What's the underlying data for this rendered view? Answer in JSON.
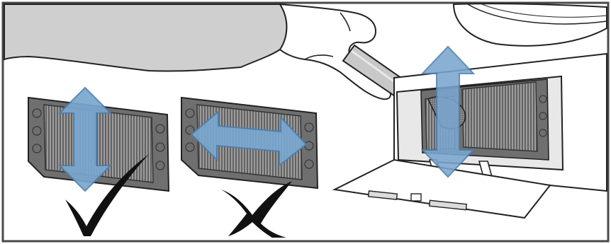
{
  "figure": {
    "panels": [
      {
        "id": "filter-correct",
        "verdict": "correct",
        "brush_direction": "vertical",
        "mark_icon": "checkmark-icon"
      },
      {
        "id": "filter-wrong",
        "verdict": "incorrect",
        "brush_direction": "horizontal",
        "mark_icon": "cross-icon"
      },
      {
        "id": "appliance-detail",
        "brush_direction": "vertical"
      }
    ],
    "colors": {
      "arrow": "#7aa7cf",
      "arrow_stroke": "#4f7fae",
      "filter_dark": "#6f6f6f",
      "filter_mesh": "#9a9a9a",
      "sleeve": "#cfcfcf",
      "line": "#222222",
      "frame": "#4a4a4a"
    }
  }
}
